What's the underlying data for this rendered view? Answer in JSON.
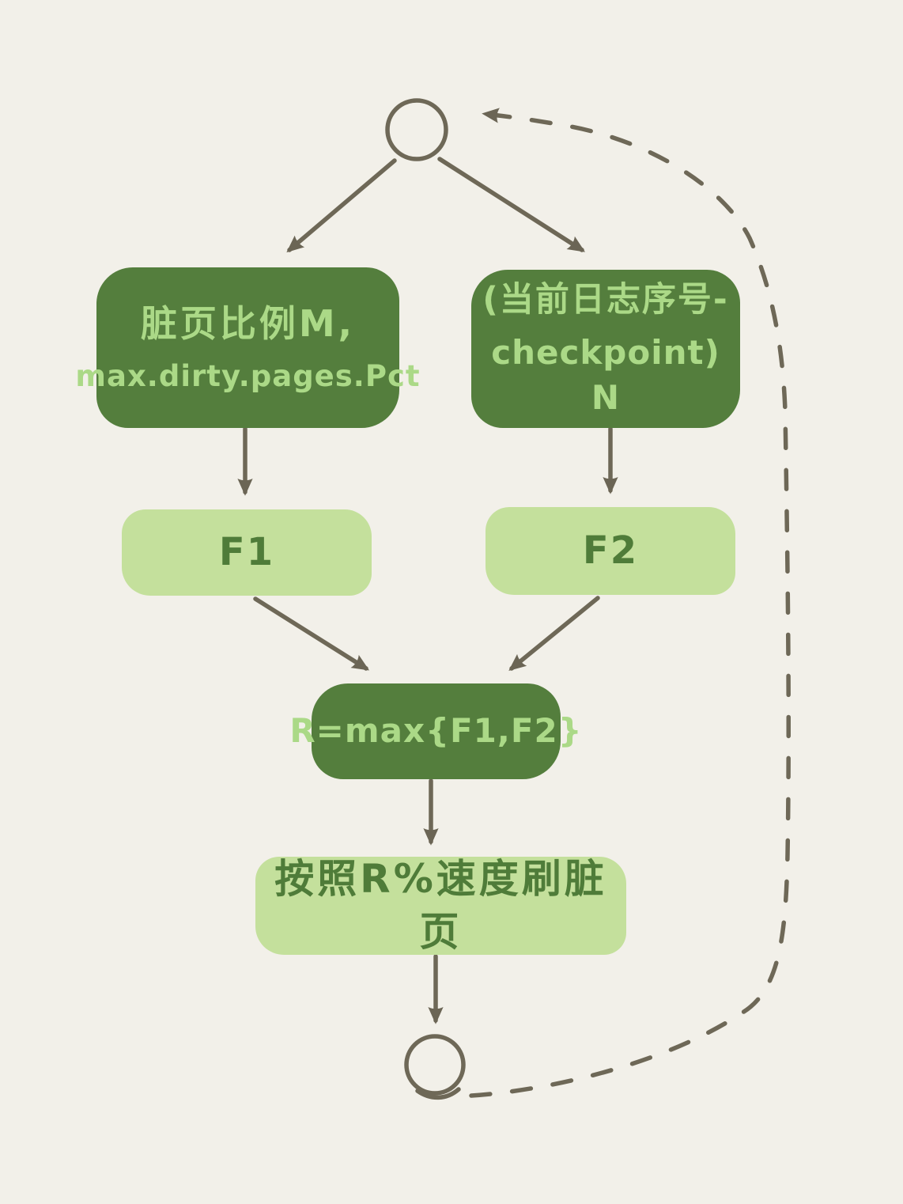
{
  "diagram": {
    "type": "flowchart",
    "topic": "dirty page flush rate decision",
    "colors": {
      "background": "#f2f0e9",
      "node_dark": "#547e3d",
      "node_light": "#c4e09c",
      "text_on_dark": "#abd987",
      "text_on_light": "#4f7c39",
      "edge_line": "#6e6857"
    },
    "nodes": {
      "start": {
        "shape": "circle",
        "label": ""
      },
      "dirty_ratio": {
        "shape": "rounded-rect",
        "style": "dark",
        "line1": "脏页比例M,",
        "line2": "max.dirty.pages.Pct"
      },
      "log_gap": {
        "shape": "rounded-rect",
        "style": "dark",
        "line1": "(当前日志序号-",
        "line2": "checkpoint) N"
      },
      "f1": {
        "shape": "rounded-rect",
        "style": "light",
        "label": "F1"
      },
      "f2": {
        "shape": "rounded-rect",
        "style": "light",
        "label": "F2"
      },
      "r_max": {
        "shape": "rounded-rect",
        "style": "dark",
        "label": "R=max{F1,F2}"
      },
      "flush": {
        "shape": "rounded-rect",
        "style": "light",
        "label": "按照R%速度刷脏页"
      },
      "end": {
        "shape": "circle",
        "label": ""
      }
    },
    "edges": [
      {
        "from": "start",
        "to": "dirty_ratio",
        "style": "solid-arrow"
      },
      {
        "from": "start",
        "to": "log_gap",
        "style": "solid-arrow"
      },
      {
        "from": "dirty_ratio",
        "to": "f1",
        "style": "solid-arrow"
      },
      {
        "from": "log_gap",
        "to": "f2",
        "style": "solid-arrow"
      },
      {
        "from": "f1",
        "to": "r_max",
        "style": "solid-arrow"
      },
      {
        "from": "f2",
        "to": "r_max",
        "style": "solid-arrow"
      },
      {
        "from": "r_max",
        "to": "flush",
        "style": "solid-arrow"
      },
      {
        "from": "flush",
        "to": "end",
        "style": "solid-arrow"
      },
      {
        "from": "end",
        "to": "start",
        "style": "dashed-arrow-loop"
      }
    ]
  }
}
